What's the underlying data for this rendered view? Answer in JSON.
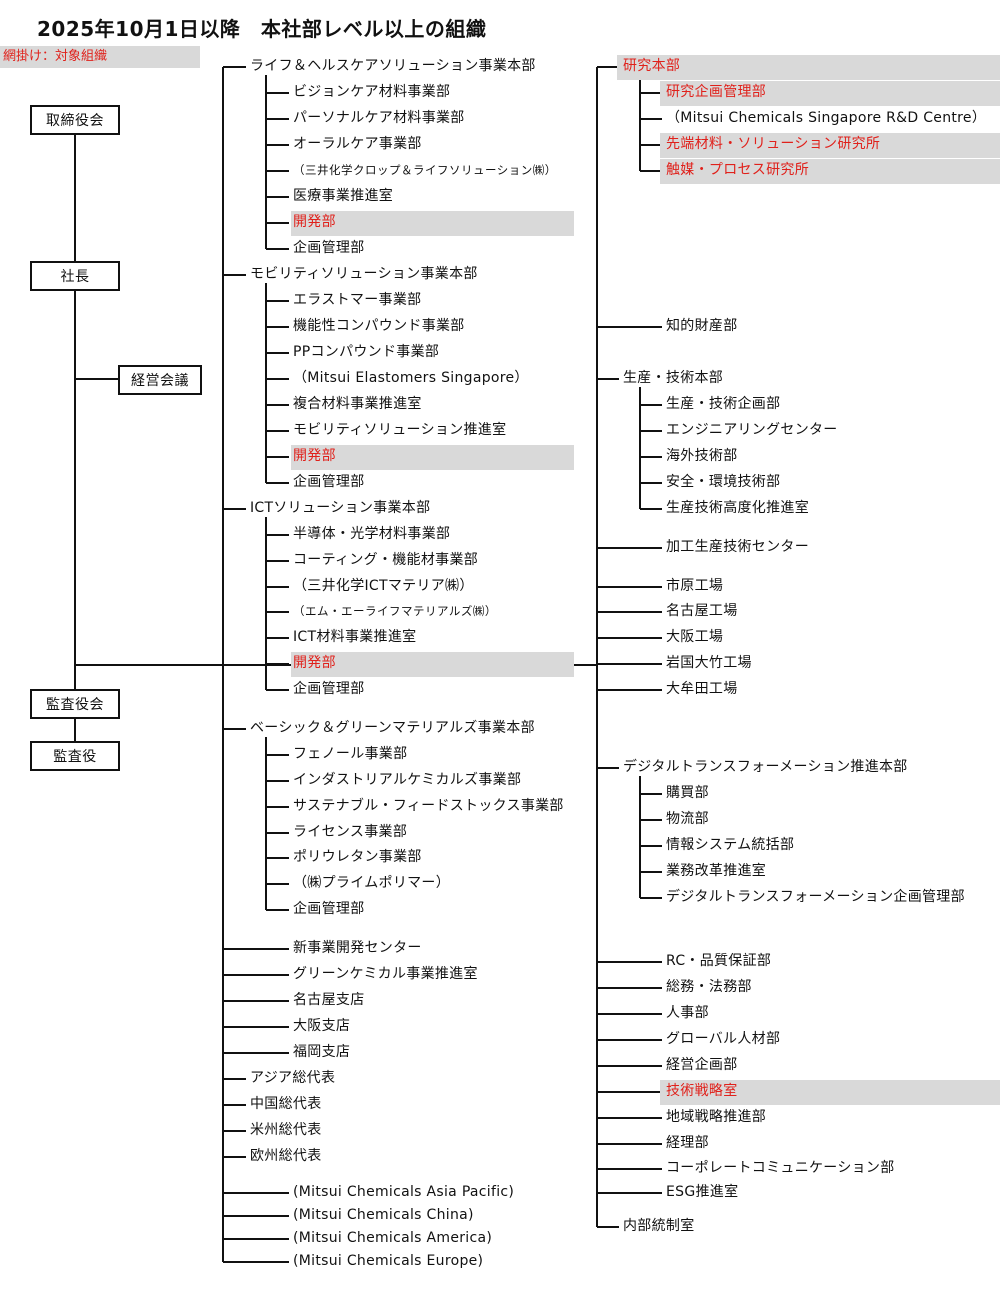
{
  "title": "2025年10月1日以降　本社部レベル以上の組織",
  "legend": "網掛け：対象組織",
  "colors": {
    "highlight_text": "#e0211b",
    "highlight_bg": "#d9d9d9",
    "line": "#111111"
  },
  "boxes": {
    "board": "取締役会",
    "president": "社長",
    "mgmt_meeting": "経営会議",
    "audit_board": "監査役会",
    "auditor": "監査役"
  },
  "left_items": [
    {
      "text": "ライフ＆ヘルスケアソリューション事業本部"
    },
    {
      "text": "ビジョンケア材料事業部"
    },
    {
      "text": "パーソナルケア材料事業部"
    },
    {
      "text": "オーラルケア事業部"
    },
    {
      "text": "（三井化学クロップ＆ライフソリューション㈱）"
    },
    {
      "text": "医療事業推進室"
    },
    {
      "text": "開発部",
      "highlight": true
    },
    {
      "text": "企画管理部"
    },
    {
      "text": "モビリティソリューション事業本部"
    },
    {
      "text": "エラストマー事業部"
    },
    {
      "text": "機能性コンパウンド事業部"
    },
    {
      "text": "PPコンパウンド事業部"
    },
    {
      "text": "（Mitsui Elastomers Singapore）"
    },
    {
      "text": "複合材料事業推進室"
    },
    {
      "text": "モビリティソリューション推進室"
    },
    {
      "text": "開発部",
      "highlight": true
    },
    {
      "text": "企画管理部"
    },
    {
      "text": "ICTソリューション事業本部"
    },
    {
      "text": "半導体・光学材料事業部"
    },
    {
      "text": "コーティング・機能材事業部"
    },
    {
      "text": "（三井化学ICTマテリア㈱）"
    },
    {
      "text": "（エム・エーライフマテリアルズ㈱）"
    },
    {
      "text": "ICT材料事業推進室"
    },
    {
      "text": "開発部",
      "highlight": true
    },
    {
      "text": "企画管理部"
    },
    {
      "text": "ベーシック＆グリーンマテリアルズ事業本部"
    },
    {
      "text": "フェノール事業部"
    },
    {
      "text": "インダストリアルケミカルズ事業部"
    },
    {
      "text": "サステナブル・フィードストックス事業部"
    },
    {
      "text": "ライセンス事業部"
    },
    {
      "text": "ポリウレタン事業部"
    },
    {
      "text": "（㈱プライムポリマー）"
    },
    {
      "text": "企画管理部"
    },
    {
      "text": "新事業開発センター"
    },
    {
      "text": "グリーンケミカル事業推進室"
    },
    {
      "text": "名古屋支店"
    },
    {
      "text": "大阪支店"
    },
    {
      "text": "福岡支店"
    },
    {
      "text": "アジア総代表"
    },
    {
      "text": "中国総代表"
    },
    {
      "text": "米州総代表"
    },
    {
      "text": "欧州総代表"
    },
    {
      "text": "(Mitsui Chemicals Asia Pacific)"
    },
    {
      "text": "(Mitsui Chemicals China)"
    },
    {
      "text": "(Mitsui Chemicals America)"
    },
    {
      "text": "(Mitsui Chemicals Europe)"
    }
  ],
  "right_items": [
    {
      "text": "研究本部",
      "highlight": true
    },
    {
      "text": "研究企画管理部",
      "highlight": true
    },
    {
      "text": "（Mitsui Chemicals Singapore R&D Centre）"
    },
    {
      "text": "先端材料・ソリューション研究所",
      "highlight": true
    },
    {
      "text": "触媒・プロセス研究所",
      "highlight": true
    },
    {
      "text": "知的財産部"
    },
    {
      "text": "生産・技術本部"
    },
    {
      "text": "生産・技術企画部"
    },
    {
      "text": "エンジニアリングセンター"
    },
    {
      "text": "海外技術部"
    },
    {
      "text": "安全・環境技術部"
    },
    {
      "text": "生産技術高度化推進室"
    },
    {
      "text": "加工生産技術センター"
    },
    {
      "text": "市原工場"
    },
    {
      "text": "名古屋工場"
    },
    {
      "text": "大阪工場"
    },
    {
      "text": "岩国大竹工場"
    },
    {
      "text": "大牟田工場"
    },
    {
      "text": "デジタルトランスフォーメーション推進本部"
    },
    {
      "text": "購買部"
    },
    {
      "text": "物流部"
    },
    {
      "text": "情報システム統括部"
    },
    {
      "text": "業務改革推進室"
    },
    {
      "text": "デジタルトランスフォーメーション企画管理部"
    },
    {
      "text": "RC・品質保証部"
    },
    {
      "text": "総務・法務部"
    },
    {
      "text": "人事部"
    },
    {
      "text": "グローバル人材部"
    },
    {
      "text": "経営企画部"
    },
    {
      "text": "技術戦略室",
      "highlight": true
    },
    {
      "text": "地域戦略推進部"
    },
    {
      "text": "経理部"
    },
    {
      "text": "コーポレートコミュニケーション部"
    },
    {
      "text": "ESG推進室"
    },
    {
      "text": "内部統制室"
    }
  ]
}
